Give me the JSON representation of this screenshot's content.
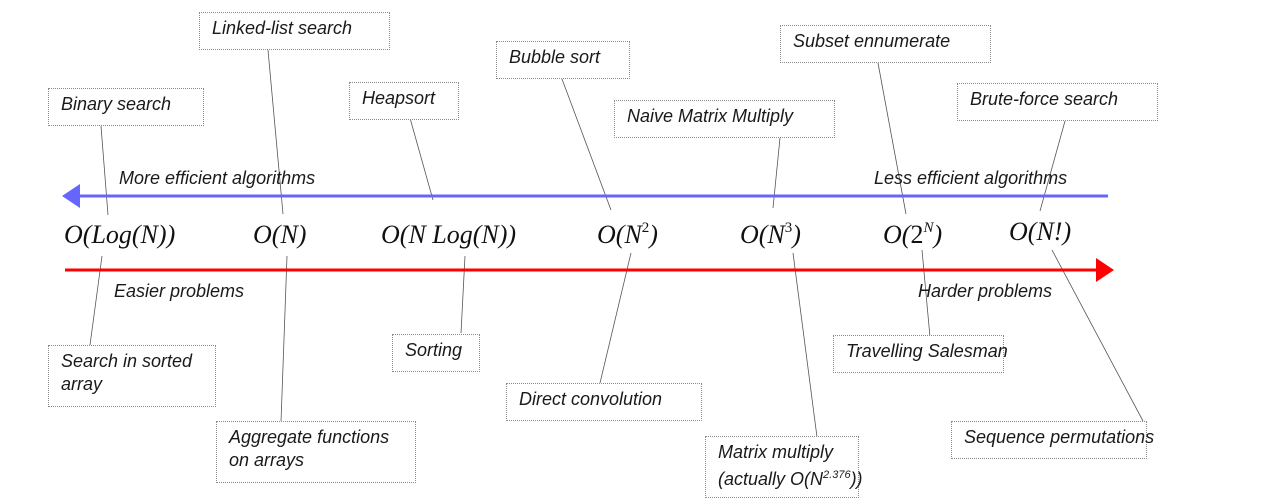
{
  "arrows": {
    "top": {
      "label_left": "More efficient algorithms",
      "label_right": "Less efficient algorithms",
      "direction": "left",
      "color": "#6666ff"
    },
    "bottom": {
      "label_left": "Easier problems",
      "label_right": "Harder problems",
      "direction": "right",
      "color": "#ff0000"
    }
  },
  "complexities": [
    {
      "id": "logn",
      "prefix": "O(",
      "base": "Log(N)",
      "sup": "",
      "suffix": ")"
    },
    {
      "id": "n",
      "prefix": "O(",
      "base": "N",
      "sup": "",
      "suffix": ")"
    },
    {
      "id": "nlogn",
      "prefix": "O(",
      "base": "N Log(N)",
      "sup": "",
      "suffix": ")"
    },
    {
      "id": "n2",
      "prefix": "O(",
      "base": "N",
      "sup": "2",
      "suffix": ")"
    },
    {
      "id": "n3",
      "prefix": "O(",
      "base": "N",
      "sup": "3",
      "suffix": ")"
    },
    {
      "id": "2n",
      "prefix": "O(",
      "base": "2",
      "sup": "N",
      "suffix": ")"
    },
    {
      "id": "nfact",
      "prefix": "O(",
      "base": "N!",
      "sup": "",
      "suffix": ")"
    }
  ],
  "algorithms": [
    {
      "label": "Binary search",
      "complexity": "logn"
    },
    {
      "label": "Linked-list search",
      "complexity": "n"
    },
    {
      "label": "Heapsort",
      "complexity": "nlogn"
    },
    {
      "label": "Bubble sort",
      "complexity": "n2"
    },
    {
      "label": "Naive Matrix Multiply",
      "complexity": "n3"
    },
    {
      "label": "Subset ennumerate",
      "complexity": "2n"
    },
    {
      "label": "Brute-force search",
      "complexity": "nfact"
    }
  ],
  "problems": [
    {
      "line1": "Search in sorted",
      "line2": "array",
      "complexity": "logn"
    },
    {
      "line1": "Aggregate functions",
      "line2": "on arrays",
      "complexity": "n"
    },
    {
      "line1": "Sorting",
      "line2": "",
      "complexity": "nlogn"
    },
    {
      "line1": "Direct convolution",
      "line2": "",
      "complexity": "n2"
    },
    {
      "line1": "Matrix multiply",
      "line2_prefix": "(actually O(N",
      "line2_sup": "2.376",
      "line2_suffix": "))",
      "complexity": "n3"
    },
    {
      "line1": "Travelling Salesman",
      "line2": "",
      "complexity": "2n"
    },
    {
      "line1": "Sequence permutations",
      "line2": "",
      "complexity": "nfact"
    }
  ]
}
